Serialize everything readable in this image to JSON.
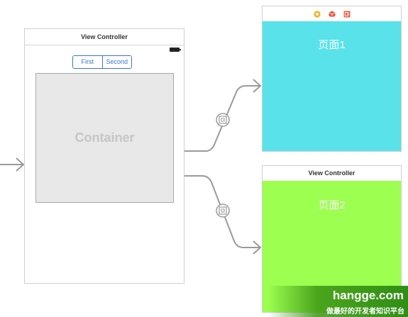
{
  "main_scene": {
    "title": "View Controller",
    "segments": [
      "First",
      "Second"
    ],
    "container_label": "Container"
  },
  "page1_scene": {
    "label": "页面1",
    "dock_icons": [
      "first-responder-icon",
      "object-cube-icon",
      "exit-icon"
    ]
  },
  "page2_scene": {
    "title": "View Controller",
    "label": "页面2"
  },
  "watermark": {
    "site": "hangge.com",
    "tagline": "做最好的开发者知识平台"
  },
  "colors": {
    "cyan": "#59e2ea",
    "green": "#9dff4f",
    "segment_blue": "#3d74c9",
    "connector_gray": "#9a9a9a"
  }
}
